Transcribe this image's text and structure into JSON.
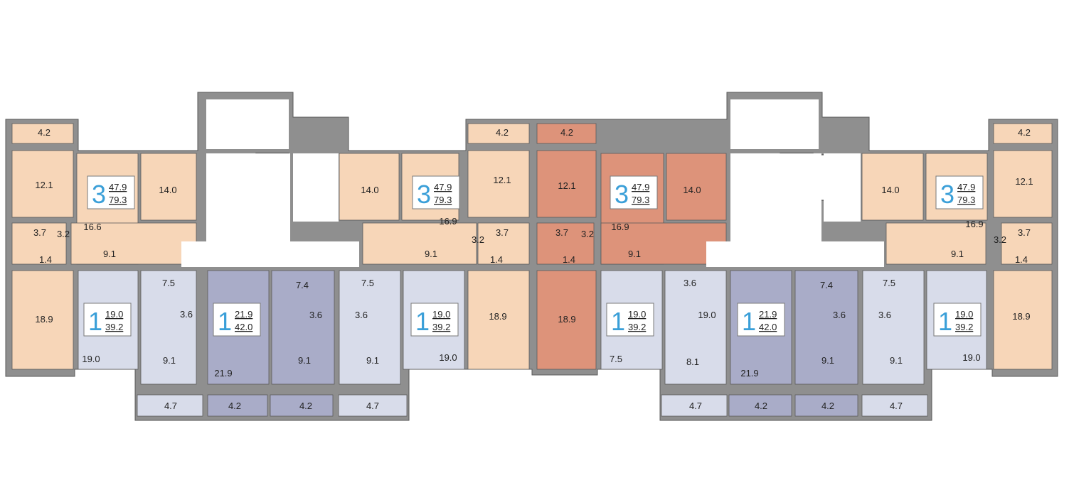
{
  "colors": {
    "wall": "#8f8f8f",
    "wall_outline": "#5a5a5a",
    "three_room": "#f7d6b8",
    "three_room_highlight": "#dd937a",
    "one_room_light": "#d8dcea",
    "one_room_dark": "#a9acc8",
    "common": "#ffffff",
    "badge_border": "#7a7a7a",
    "badge_number": "#3a9fd8"
  },
  "badges": [
    {
      "rooms": "3",
      "living": "47.9",
      "total": "79.3"
    },
    {
      "rooms": "3",
      "living": "47.9",
      "total": "79.3"
    },
    {
      "rooms": "3",
      "living": "47.9",
      "total": "79.3"
    },
    {
      "rooms": "3",
      "living": "47.9",
      "total": "79.3"
    },
    {
      "rooms": "1",
      "living": "19.0",
      "total": "39.2"
    },
    {
      "rooms": "1",
      "living": "21.9",
      "total": "42.0"
    },
    {
      "rooms": "1",
      "living": "19.0",
      "total": "39.2"
    },
    {
      "rooms": "1",
      "living": "19.0",
      "total": "39.2"
    },
    {
      "rooms": "1",
      "living": "21.9",
      "total": "42.0"
    },
    {
      "rooms": "1",
      "living": "19.0",
      "total": "39.2"
    }
  ],
  "room_labels": [
    "4.2",
    "12.1",
    "16.6",
    "14.0",
    "3.7",
    "3.2",
    "1.4",
    "9.1",
    "18.9",
    "14.0",
    "16.9",
    "4.2",
    "12.1",
    "3.2",
    "3.7",
    "9.1",
    "1.4",
    "18.9",
    "4.2",
    "12.1",
    "3.7",
    "3.2",
    "1.4",
    "18.9",
    "16.9",
    "14.0",
    "9.1",
    "14.0",
    "16.9",
    "4.2",
    "12.1",
    "3.2",
    "3.7",
    "9.1",
    "1.4",
    "18.9",
    "7.5",
    "3.6",
    "19.0",
    "9.1",
    "4.7",
    "7.4",
    "3.6",
    "21.9",
    "9.1",
    "4.2",
    "7.5",
    "3.6",
    "9.1",
    "19.0",
    "4.7",
    "7.5",
    "3.6",
    "19.0",
    "8.1",
    "4.7",
    "7.4",
    "3.6",
    "21.9",
    "9.1",
    "4.2",
    "7.5",
    "3.6",
    "9.1",
    "19.0",
    "4.7",
    "4.2",
    "4.2"
  ]
}
